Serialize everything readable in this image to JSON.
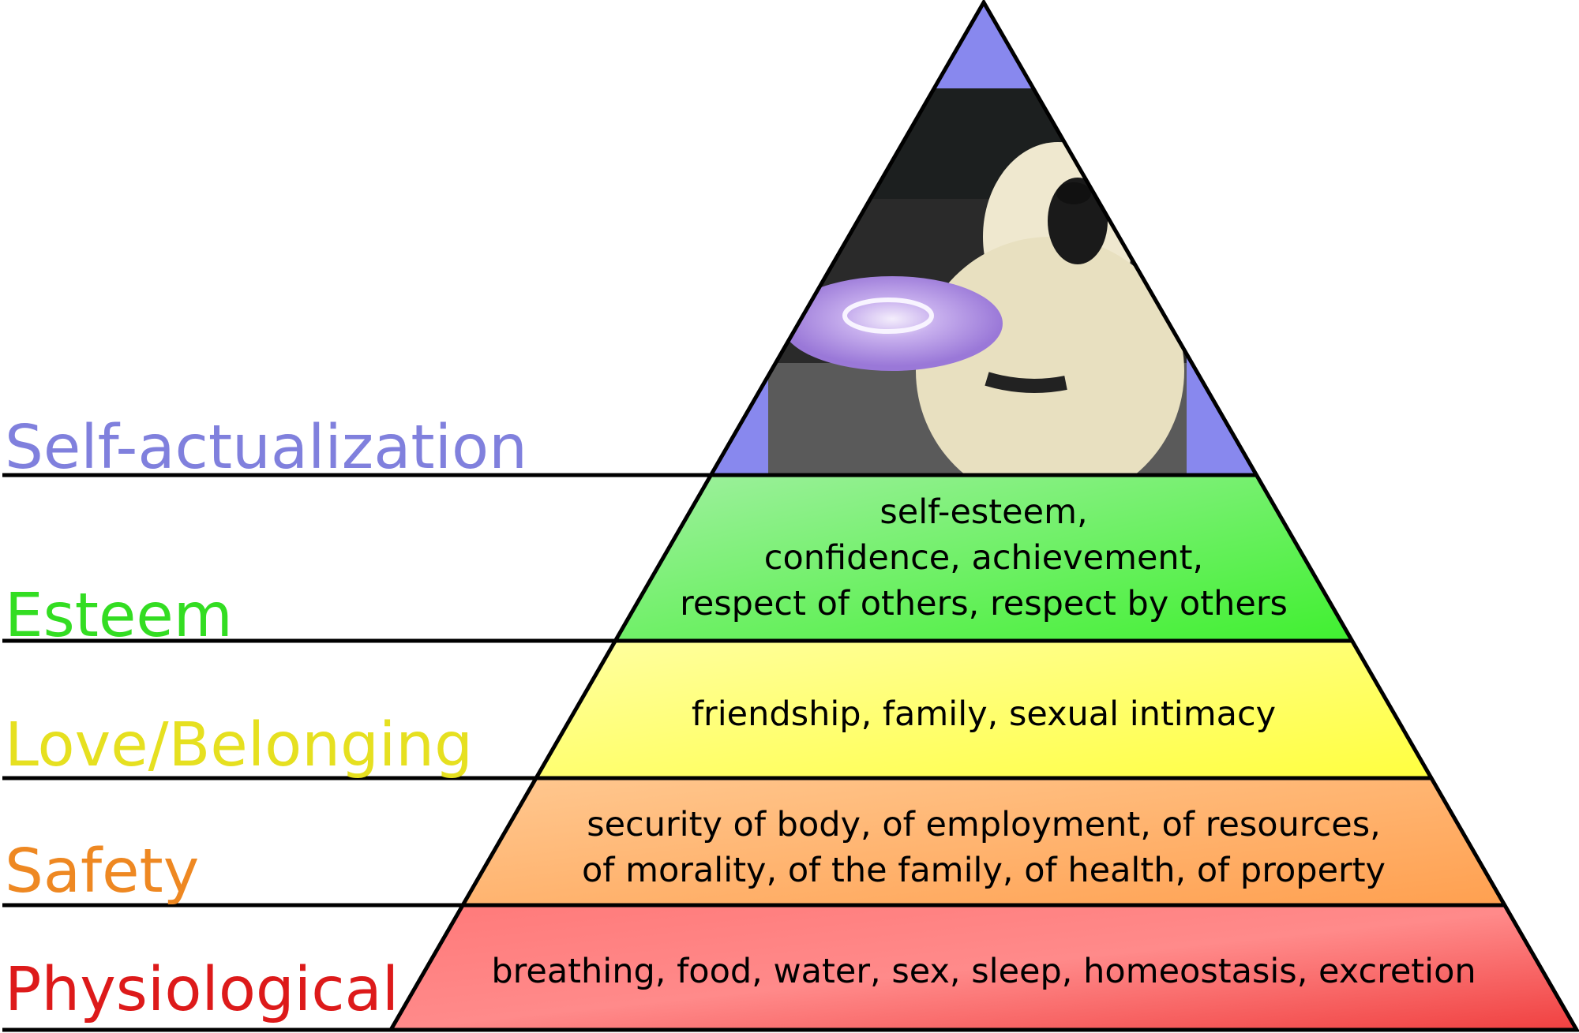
{
  "levels": [
    {
      "name": "Self-actualization",
      "color": "#8080dd",
      "description": ""
    },
    {
      "name": "Esteem",
      "color": "#33dd22",
      "description_lines": [
        "self-esteem,",
        "confidence, achievement,",
        "respect of others, respect by others"
      ]
    },
    {
      "name": "Love/Belonging",
      "color": "#e6e020",
      "description_lines": [
        "friendship, family, sexual intimacy"
      ]
    },
    {
      "name": "Safety",
      "color": "#ee8822",
      "description_lines": [
        "security of body, of employment, of resources,",
        "of morality, of the family, of health, of property"
      ]
    },
    {
      "name": "Physiological",
      "color": "#dd1a1a",
      "description_lines": [
        "breathing, food, water, sex, sleep, homeostasis, excretion"
      ]
    }
  ],
  "top_image": "dog-catching-frisbee-photo"
}
